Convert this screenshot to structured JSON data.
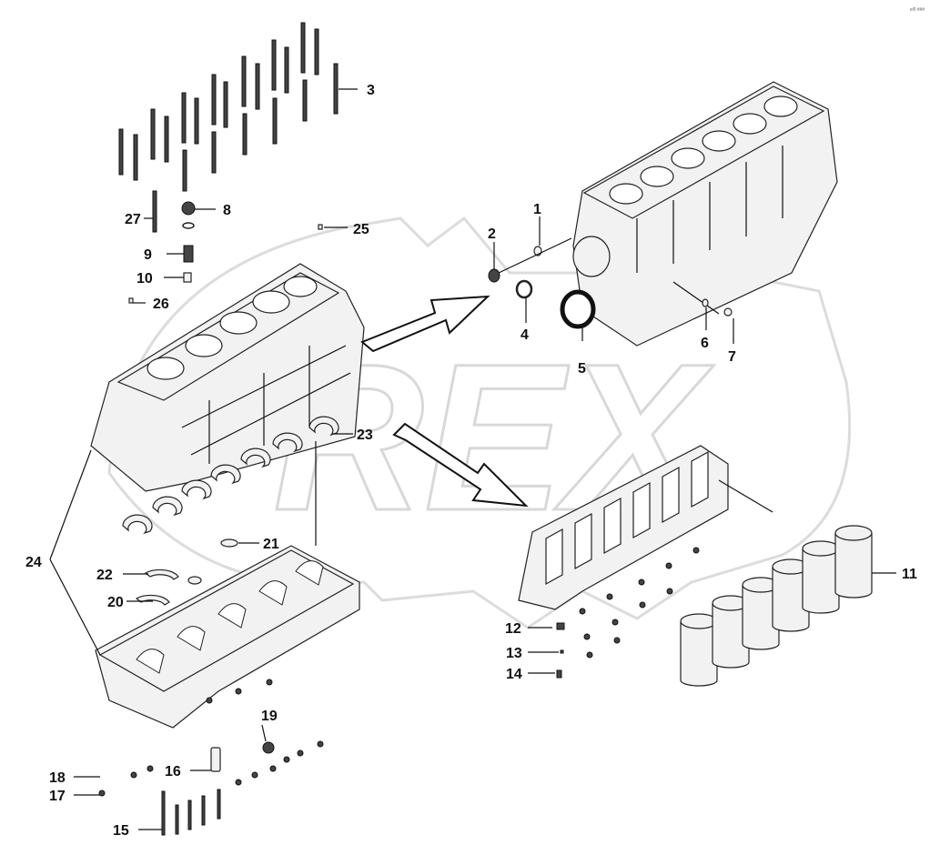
{
  "watermark": "REX",
  "corner_mark": "e® ###",
  "callouts": [
    {
      "id": "c1",
      "text": "1"
    },
    {
      "id": "c2",
      "text": "2"
    },
    {
      "id": "c3",
      "text": "3"
    },
    {
      "id": "c4",
      "text": "4"
    },
    {
      "id": "c5",
      "text": "5"
    },
    {
      "id": "c6",
      "text": "6"
    },
    {
      "id": "c7",
      "text": "7"
    },
    {
      "id": "c8",
      "text": "8"
    },
    {
      "id": "c9",
      "text": "9"
    },
    {
      "id": "c10",
      "text": "10"
    },
    {
      "id": "c11",
      "text": "11"
    },
    {
      "id": "c12",
      "text": "12"
    },
    {
      "id": "c13",
      "text": "13"
    },
    {
      "id": "c14",
      "text": "14"
    },
    {
      "id": "c15",
      "text": "15"
    },
    {
      "id": "c16",
      "text": "16"
    },
    {
      "id": "c17",
      "text": "17"
    },
    {
      "id": "c18",
      "text": "18"
    },
    {
      "id": "c19",
      "text": "19"
    },
    {
      "id": "c20",
      "text": "20"
    },
    {
      "id": "c21",
      "text": "21"
    },
    {
      "id": "c22",
      "text": "22"
    },
    {
      "id": "c23",
      "text": "23"
    },
    {
      "id": "c24",
      "text": "24"
    },
    {
      "id": "c25",
      "text": "25"
    },
    {
      "id": "c26",
      "text": "26"
    },
    {
      "id": "c27",
      "text": "27"
    }
  ]
}
